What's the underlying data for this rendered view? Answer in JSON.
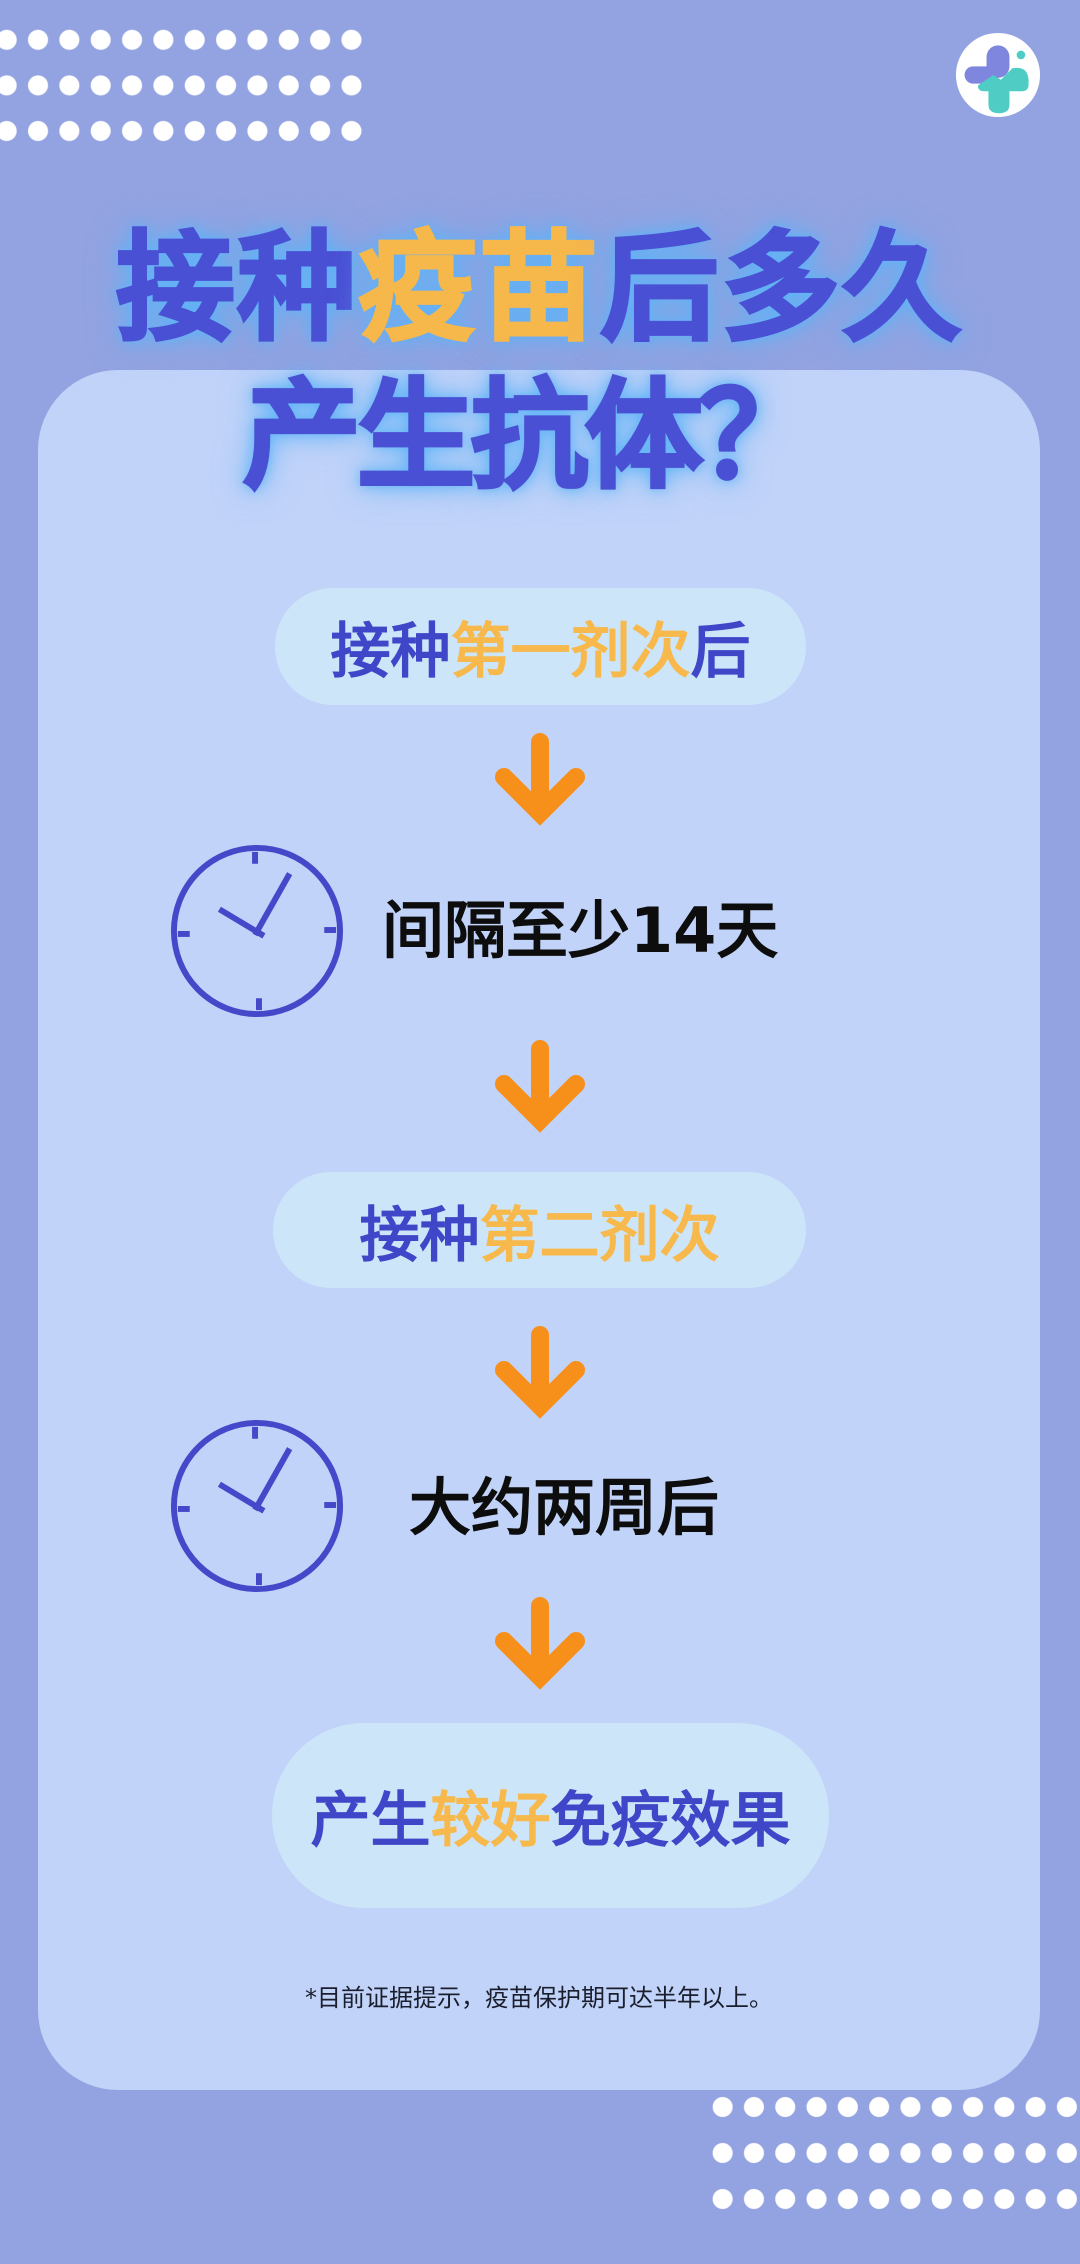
{
  "colors": {
    "background": "#93a3e1",
    "card": "#c1d3f9",
    "pill": "#cde5f8",
    "blue": "#4a50d4",
    "yellow": "#f6b74b",
    "arrow": "#f7901a",
    "clock": "#4549c9",
    "body_text": "#0d0d0d",
    "title_glow": "#5fb3f7"
  },
  "logo": {
    "icon": "medical-cross-logo"
  },
  "decor": {
    "dots_top_left": {
      "rows": 3,
      "cols": 12
    },
    "dots_bottom_right": {
      "rows": 3,
      "cols": 12
    }
  },
  "title": {
    "line1": [
      {
        "text": "接种",
        "tone": "blue"
      },
      {
        "text": "疫苗",
        "tone": "yellow"
      },
      {
        "text": "后多久",
        "tone": "blue"
      }
    ],
    "line2": [
      {
        "text": "产生抗体？",
        "tone": "blue"
      }
    ]
  },
  "flow": {
    "arrow_icon": "arrow-down-icon",
    "step1": {
      "segments": [
        {
          "text": "接种",
          "tone": "blue"
        },
        {
          "text": "第一剂次",
          "tone": "yellow"
        },
        {
          "text": "后",
          "tone": "blue"
        }
      ]
    },
    "interval1": {
      "icon": "clock-icon",
      "text": "间隔至少14天"
    },
    "step2": {
      "segments": [
        {
          "text": "接种",
          "tone": "blue"
        },
        {
          "text": "第二剂次",
          "tone": "yellow"
        }
      ]
    },
    "interval2": {
      "icon": "clock-icon",
      "text": "大约两周后"
    },
    "result": {
      "segments": [
        {
          "text": "产生",
          "tone": "blue"
        },
        {
          "text": "较好",
          "tone": "yellow"
        },
        {
          "text": "免疫效果",
          "tone": "blue"
        }
      ]
    }
  },
  "footnote": "*目前证据提示，疫苗保护期可达半年以上。"
}
